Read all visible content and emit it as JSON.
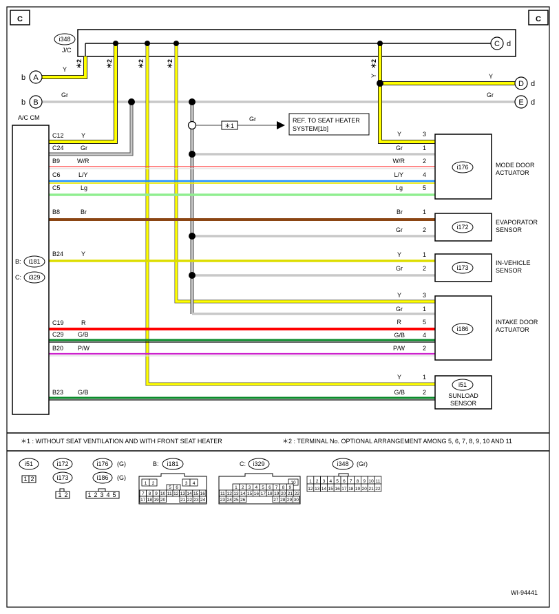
{
  "corner_label": "C",
  "jc": {
    "id": "i348",
    "label": "J/C",
    "con_letter": "C",
    "con_suffix": "d",
    "star2": "＊2"
  },
  "left_connectors": [
    {
      "letter": "A",
      "prefix": "b",
      "wire": "Y"
    },
    {
      "letter": "B",
      "prefix": "b",
      "wire": "Gr"
    }
  ],
  "right_connectors": [
    {
      "letter": "D",
      "suffix": "d",
      "wire": "Y"
    },
    {
      "letter": "E",
      "suffix": "d",
      "wire": "Gr"
    }
  ],
  "acm": {
    "title": "A/C CM",
    "b_prefix": "B:",
    "b_id": "i181",
    "c_prefix": "C:",
    "c_id": "i329"
  },
  "ref_box": {
    "marker": "＊1",
    "wire": "Gr",
    "line1": "REF. TO SEAT HEATER",
    "line2": "SYSTEM[1b]"
  },
  "left_pins": [
    {
      "pin": "C12",
      "color": "Y"
    },
    {
      "pin": "C24",
      "color": "Gr"
    },
    {
      "pin": "B9",
      "color": "W/R"
    },
    {
      "pin": "C6",
      "color": "L/Y"
    },
    {
      "pin": "C5",
      "color": "Lg"
    },
    {
      "pin": "B8",
      "color": "Br"
    },
    {
      "pin": "B24",
      "color": "Y"
    },
    {
      "pin": "C19",
      "color": "R"
    },
    {
      "pin": "C29",
      "color": "G/B"
    },
    {
      "pin": "B20",
      "color": "P/W"
    },
    {
      "pin": "B23",
      "color": "G/B"
    }
  ],
  "right_pins": [
    {
      "color": "Y",
      "pin": "3"
    },
    {
      "color": "Gr",
      "pin": "1"
    },
    {
      "color": "W/R",
      "pin": "2"
    },
    {
      "color": "L/Y",
      "pin": "4"
    },
    {
      "color": "Lg",
      "pin": "5"
    },
    {
      "color": "Br",
      "pin": "1"
    },
    {
      "color": "Gr",
      "pin": "2"
    },
    {
      "color": "Y",
      "pin": "1"
    },
    {
      "color": "Gr",
      "pin": "2"
    },
    {
      "color": "Y",
      "pin": "3"
    },
    {
      "color": "Gr",
      "pin": "1"
    },
    {
      "color": "R",
      "pin": "5"
    },
    {
      "color": "G/B",
      "pin": "4"
    },
    {
      "color": "P/W",
      "pin": "2"
    },
    {
      "color": "Y",
      "pin": "1"
    },
    {
      "color": "G/B",
      "pin": "2"
    }
  ],
  "components": [
    {
      "id": "i176",
      "line1": "MODE DOOR",
      "line2": "ACTUATOR"
    },
    {
      "id": "i172",
      "line1": "EVAPORATOR",
      "line2": "SENSOR"
    },
    {
      "id": "i173",
      "line1": "IN-VEHICLE",
      "line2": "SENSOR"
    },
    {
      "id": "i186",
      "line1": "INTAKE DOOR",
      "line2": "ACTUATOR"
    },
    {
      "id": "i51",
      "line1": "SUNLOAD",
      "line2": "SENSOR"
    }
  ],
  "notes": {
    "n1": "＊1  : WITHOUT SEAT VENTILATION AND WITH FRONT SEAT HEATER",
    "n2": "＊2  : TERMINAL No. OPTIONAL ARRANGEMENT AMONG 5, 6, 7, 8, 9, 10 AND 11"
  },
  "connector_views": {
    "i51": {
      "id": "i51",
      "pins": [
        "1",
        "2"
      ]
    },
    "i172": {
      "id": "i172"
    },
    "i173": {
      "id": "i173",
      "pins": [
        "1",
        "2"
      ]
    },
    "i176": {
      "id": "i176",
      "note": "(G)"
    },
    "i186": {
      "id": "i186",
      "note": "(G)",
      "pins": [
        "1",
        "2",
        "3",
        "4",
        "5"
      ]
    },
    "i181": {
      "prefix": "B:",
      "id": "i181"
    },
    "i329": {
      "prefix": "C:",
      "id": "i329"
    },
    "i348": {
      "id": "i348",
      "note": "(Gr)"
    }
  },
  "figure_id": "WI-94441",
  "colors": {
    "Y": "#ffff00",
    "Gr": "#c8c8c8",
    "Br": "#8b4513",
    "R": "#ff0000",
    "G": "#0a8a2a",
    "B": "#000000",
    "P": "#cc22cc",
    "L": "#1e90ff",
    "Lg": "#90ee90",
    "W": "#ffffff"
  }
}
